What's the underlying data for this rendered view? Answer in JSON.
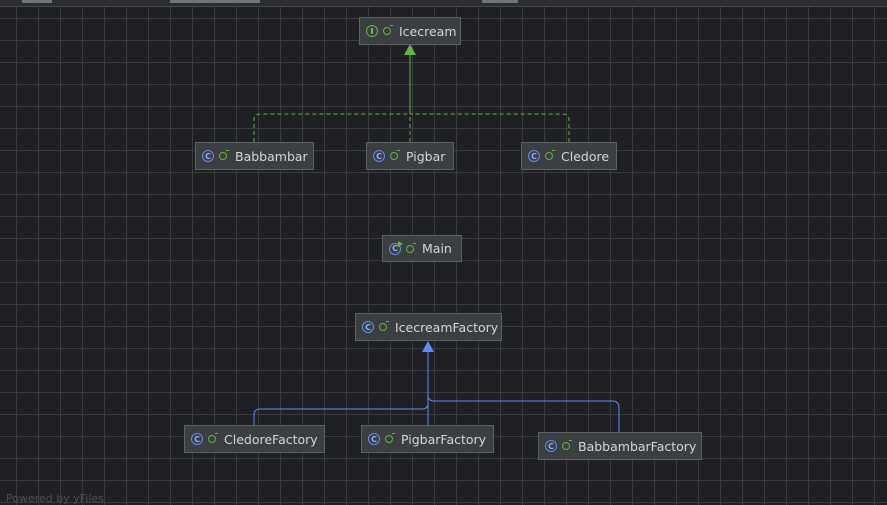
{
  "diagram": {
    "nodes": [
      {
        "id": "icecream",
        "label": "Icecream",
        "kind": "interface"
      },
      {
        "id": "babbambar",
        "label": "Babbambar",
        "kind": "class"
      },
      {
        "id": "pigbar",
        "label": "Pigbar",
        "kind": "class"
      },
      {
        "id": "cledore",
        "label": "Cledore",
        "kind": "class"
      },
      {
        "id": "main",
        "label": "Main",
        "kind": "main-class"
      },
      {
        "id": "icecream-factory",
        "label": "IcecreamFactory",
        "kind": "class"
      },
      {
        "id": "cledore-factory",
        "label": "CledoreFactory",
        "kind": "class"
      },
      {
        "id": "pigbar-factory",
        "label": "PigbarFactory",
        "kind": "class"
      },
      {
        "id": "babbambar-factory",
        "label": "BabbambarFactory",
        "kind": "class"
      }
    ],
    "edges": [
      {
        "from": "babbambar",
        "to": "icecream",
        "type": "implements"
      },
      {
        "from": "pigbar",
        "to": "icecream",
        "type": "implements"
      },
      {
        "from": "cledore",
        "to": "icecream",
        "type": "implements"
      },
      {
        "from": "cledore-factory",
        "to": "icecream-factory",
        "type": "extends"
      },
      {
        "from": "pigbar-factory",
        "to": "icecream-factory",
        "type": "extends"
      },
      {
        "from": "babbambar-factory",
        "to": "icecream-factory",
        "type": "extends"
      }
    ],
    "icons": {
      "class": "class-icon",
      "interface": "interface-icon",
      "main": "main-class-icon",
      "visibility": "public-visibility-icon"
    },
    "colors": {
      "implements": "#62b543",
      "extends": "#5b8ef5",
      "background": "#1f2023",
      "node_fill": "#3c3f41"
    },
    "watermark": "Powered by yFiles"
  }
}
